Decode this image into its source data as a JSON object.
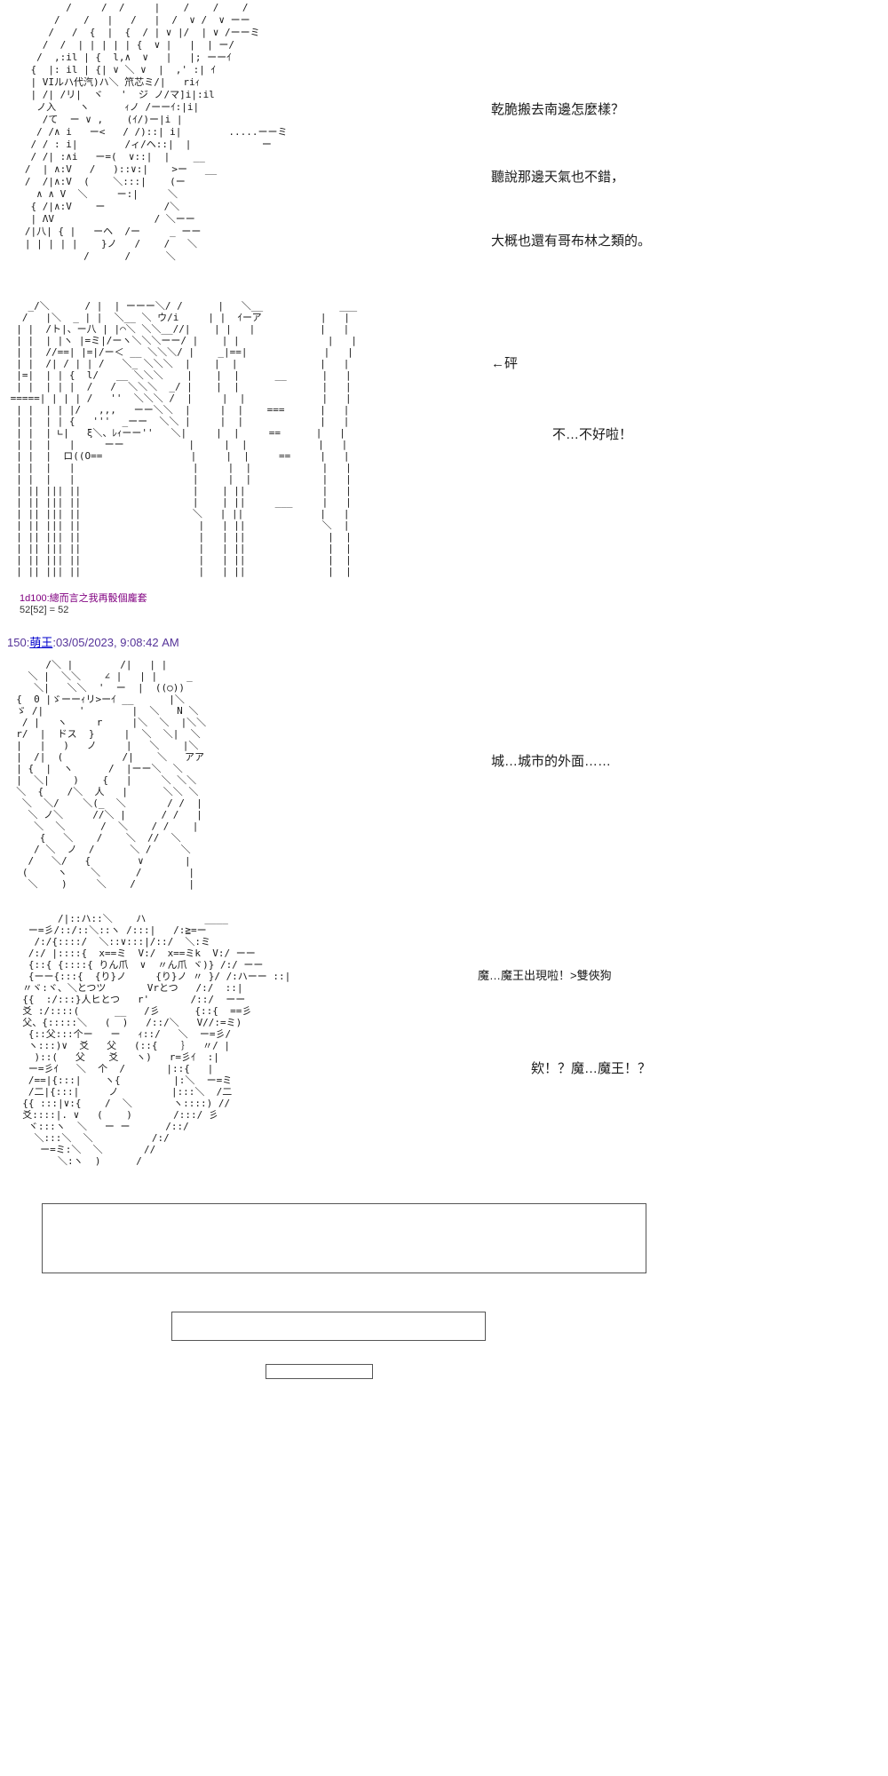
{
  "colors": {
    "dice_text": "#800080",
    "link": "#0000cc",
    "meta_text": "#553399",
    "body_text": "#1a1a1a",
    "box_border": "#555555",
    "background": "#ffffff"
  },
  "dialogues": {
    "d1": "乾脆搬去南邊怎麼樣？",
    "d2": "聽說那邊天氣也不錯，",
    "d3": "大概也還有哥布林之類的。",
    "d4": "←砰",
    "d5": "不…不好啦！",
    "d6": "城…城市的外面……",
    "d7": "魔…魔王出現啦！>雙俠狗",
    "d8": "欸！？魔…魔王！？"
  },
  "dice": {
    "line1": "1d100:總而言之我再骰個龐套",
    "line2": "52[52] = 52"
  },
  "post_header": {
    "number": "150:",
    "name": "萌王",
    "datetime": ":03/05/2023, 9:08:42 AM"
  },
  "form": {
    "textarea_value": "",
    "input_value": "",
    "button_label": ""
  },
  "ascii": {
    "block1": [
      "          /     /  /     |    /    /    /",
      "        /    /   |   /   |  /  ∨ /  ∨ ーー",
      "       /   /  {  |  {  / | ∨ |/  | ∨ /ーーミ",
      "      /  /  | | | | | {  ∨ |   |  | ー/",
      "     /  ,:il | {  l,∧  ∨   |   |; ーーｲ",
      "    {  |: il | {| ∨ ＼ ∨  |  ,' :| ｲ",
      "    | VIルハ代汽)ハ＼ 笊芯ミ/|   riｨ",
      "    | /| /リ|  ヾ   '  ジ ノ/マ]i|:il",
      "     ノ入    ヽ      ｨノ /ーーｲ:|i|",
      "      /て  ー ∨ ,    (ｲ/)ー|i |",
      "     / /∧ i   ー<   / /)::| i|        .....ーーミ",
      "    / / : i|        /ィ/ヘ::|  |            ー",
      "    / /| :∧i   ー=(  ∨::|  |    __",
      "   /  | ∧:V   /   )::∨:|    >ー   __",
      "   /  /|∧:V  (    ＼:::|    (ー",
      "     ∧ ∧ V  ＼     ー:|     ＼",
      "    { /|∧:V    ー          /＼",
      "    | ΛV                 / ＼ーー",
      "   /|八| { |   ーヘ  /ー     _ ーー",
      "   | | | | |    }ノ   /    /   ＼",
      "             /      /      ＼"
    ],
    "block2": [
      "    _/＼      / |  | ーーー＼/ /      |   ＼__             ___",
      "   /   |＼  _ | |  ＼__ ＼ ウ/i     | |  ｲーア          |   |",
      "  | |  /ト|、ー八 | |⌒＼ ＼＼__//|    | |   |           |   |",
      "  | |  | |ヽ |=ミ|/ーヽ＼＼＼ーー/ |    | |               |   |",
      "  | |  //==| |=|/ー＜ __ ＼＼＼/ |    _|==|             |   |",
      "  | |  /| / | | /   ＼_ ＼＼＼  |    |  |              |   |",
      "  |=|  | | {  l/   __ ＼＼＼    |    |  |      __      |   |",
      "  | |  | | |  /   /  ＼＼＼  _/ |    |  |              |   |",
      " =====| | | | /   ''  ＼＼＼ /  |     |  |             |   |",
      "  | |  | | |/   ,,,   ーー＼＼  |     |  |    ===      |   |",
      "  | |  | | {   '''  _ーー  ＼＼ |     |  |             |   |",
      "  | |  | ∟|   ξ＼、ﾚｨーー''   ＼|     |  |     ==      |   |",
      "  | |  |   |     ーー           |     |  |            |   |",
      "  | |  |  ロ((O==               |     |  |     ==     |   |",
      "  | |  |   |                    |     |  |            |   |",
      "  | |  |   |                    |     |  |            |   |",
      "  | || ||| ||                   |    | ||             |   |",
      "  | || ||| ||                   |    | ||     ___     |   |",
      "  | || ||| ||                   ＼   | ||             |   |",
      "  | || ||| ||                    |   | ||             ＼  |",
      "  | || ||| ||                    |   | ||              |  |",
      "  | || ||| ||                    |   | ||              |  |",
      "  | || ||| ||                    |   | ||              |  |",
      "  | || ||| ||                    |   | ||              |  |"
    ],
    "block3": [
      "       /＼ |        /|   | |",
      "    ＼ |  ＼＼    ∠ |   | |     _",
      "     ＼|   ＼＼  '  ー  |  ((○))",
      "  {  0 |ゞーーｨリ>ーｲ __      |＼",
      "  ゞ /|      '        |  ＼   N ＼",
      "   / |   ヽ     r     |＼  ＼  |＼＼",
      "  r/  |  ドス  }     |  ＼  ＼|  ＼",
      "  |   |   )   ノ     |   ＼    |＼",
      "  |  /|  (          /|    ＼   アア",
      "  | {  |  ヽ      /  |ーー＼  ＼",
      "  |  ＼|    )    {   |     ＼ ＼＼",
      "  ＼  {    /＼  人   |      ＼＼ ＼",
      "   ＼  ＼/    ＼(_  ＼       / /  |",
      "    ＼ ノ＼     //＼ |      / /   |",
      "     ＼  ＼      /  ＼    / /    |",
      "      {   ＼    /    ＼  //  ＼",
      "     / ＼  ノ  /      ＼ /     ＼",
      "    /   ＼/   {        ∨       |",
      "   (     ヽ    ＼      /        |",
      "    ＼    )     ＼    /         |"
    ],
    "block4": [
      "        /|::ハ::＼    ハ          ____",
      "   ー=彡/::/::＼::ヽ /:::|   /:≧=ー",
      "    /:/{::::/  ＼::∨:::|/::/  ＼:ミ",
      "   /:/ |::::{  x==ミ  V:/  x==ミk  V:/ ーー",
      "   {::{ {::::{ りん爪  ∨  〃ん爪 ヾ)} /:/ ーー",
      "   {ーー{:::{  {り}ノ     {り}ノ 〃 }/ /:ハーー ::|",
      "  〃ヾ:ヾ、＼とつツ       Vrとつ   /:/  ::|",
      "  {{  :/:::}人ヒとつ   r'       /::/  ーー",
      "  爻 :/::::(      __   /彡      {::{  ==彡",
      "  父、{:::::＼   (  )   /::/＼   V//:=ミ)",
      "   {::父:::个ー   ー   ｨ::/   ＼  ー=彡/",
      "   ヽ:::)∨  爻   父   (::{    ｝  〃/ |",
      "    )::(   父    爻   ヽ)   r=彡ｲ  :|",
      "   ー=彡ｲ   ＼  个  /       |::{   |",
      "   /==|{:::|    ヽ{         |:＼  ー=ミ",
      "   /二|{:::|     ノ         |:::＼  /二",
      "  {{ :::|∨:{    /  ＼       ヽ::::) //",
      "  爻::::|. ∨   (    )       /:::/ 彡",
      "   ヾ:::ヽ  ＼   ー ー      /::/",
      "    ＼:::＼  ＼          /:/",
      "     ー=ミ:＼  ＼       //",
      "        ＼:ヽ  )      /"
    ]
  }
}
